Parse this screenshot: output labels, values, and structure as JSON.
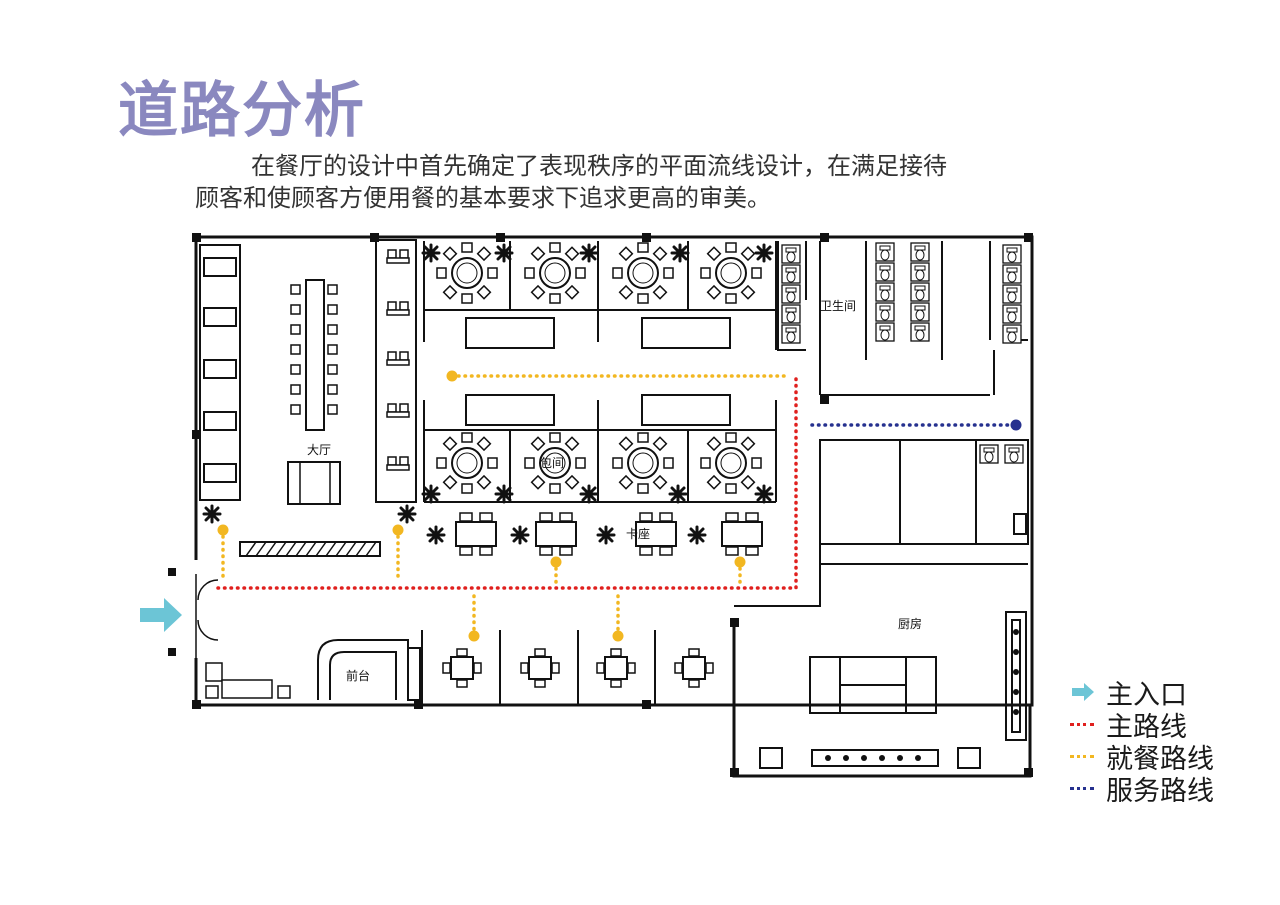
{
  "header": {
    "title": "道路分析",
    "desc_line1": "在餐厅的设计中首先确定了表现秩序的平面流线设计，在满足接待",
    "desc_line2": "顾客和使顾客方便用餐的基本要求下追求更高的审美。"
  },
  "plan": {
    "rooms": {
      "hall": "大厅",
      "restroom": "卫生间",
      "private_room": "包间",
      "booth": "卡座",
      "front_desk": "前台",
      "kitchen": "厨房"
    }
  },
  "legend": {
    "items": [
      {
        "label": "主入口",
        "color": "#6cc5d6",
        "icon": "arrow-right"
      },
      {
        "label": "主路线",
        "color": "#e0201e",
        "icon": "dotted-line"
      },
      {
        "label": "就餐路线",
        "color": "#f2b721",
        "icon": "dotted-line"
      },
      {
        "label": "服务路线",
        "color": "#26318f",
        "icon": "dotted-line"
      }
    ]
  }
}
